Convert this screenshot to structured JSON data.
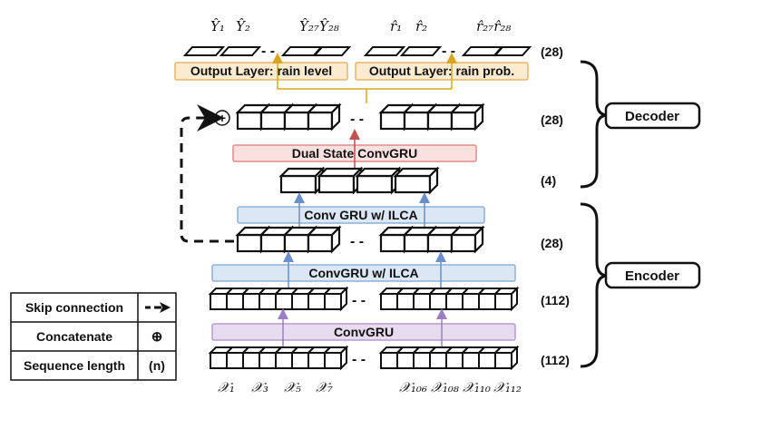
{
  "colors": {
    "output_fill": "#fdebd0",
    "output_stroke": "#e8b36a",
    "dual_fill": "#fbe0e0",
    "dual_stroke": "#e08a8a",
    "encoder_fill": "#dce7f5",
    "encoder_stroke": "#8fb0d8",
    "convgru_fill": "#e7dcef",
    "convgru_stroke": "#b89ad0",
    "arrow_yellow": "#d9a520",
    "arrow_red": "#c0504d",
    "arrow_blue": "#6b8fc9",
    "arrow_purple": "#9b7ec2"
  },
  "outputs": {
    "y_labels": [
      "Ŷ₁",
      "Ŷ₂",
      "Ŷ₂₇Ŷ₂₈"
    ],
    "r_labels": [
      "r̂₁",
      "r̂₂",
      "r̂₂₇r̂₂₈"
    ]
  },
  "layers": {
    "output_rain_level": "Output Layer: rain level",
    "output_rain_prob": "Output Layer: rain prob.",
    "dual_state": "Dual State ConvGRU",
    "conv_gru_ilca_top": "Conv GRU w/ ILCA",
    "convgru_ilca_mid": "ConvGRU w/ ILCA",
    "convgru_bottom": "ConvGRU"
  },
  "inputs": {
    "x_labels": [
      "𝒳₁",
      "𝒳₃",
      "𝒳₅",
      "𝒳₇",
      "𝒳₁₀₆",
      "𝒳₁₀₈",
      "𝒳₁₁₀",
      "𝒳₁₁₂"
    ]
  },
  "sequence_lengths": [
    "(28)",
    "(28)",
    "(4)",
    "(28)",
    "(112)",
    "(112)"
  ],
  "braces": {
    "decoder": "Decoder",
    "encoder": "Encoder"
  },
  "legend": {
    "rows": [
      {
        "label": "Skip connection",
        "symbol": ""
      },
      {
        "label": "Concatenate",
        "symbol": "⊕"
      },
      {
        "label": "Sequence length",
        "symbol": "(n)"
      }
    ]
  },
  "dots_symbol": "- -",
  "concat_symbol": "+"
}
